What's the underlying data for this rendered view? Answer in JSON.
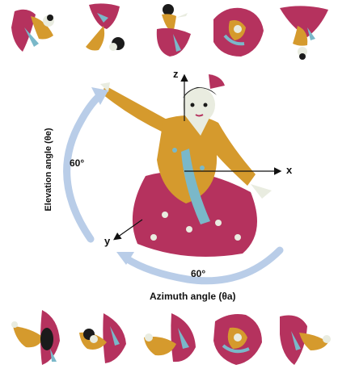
{
  "axes": {
    "z": "z",
    "x": "x",
    "y": "y"
  },
  "elevation": {
    "label": "Elevation angle (θe)",
    "angle": "60°"
  },
  "azimuth": {
    "label": "Azimuth angle (θa)",
    "angle": "60°"
  },
  "colors": {
    "skirt": "#b5325e",
    "robe": "#d59a2d",
    "sash": "#7ab8c9",
    "skin": "#e9ece0",
    "hair": "#1b1b1b",
    "arrow": "#b9cde8"
  }
}
